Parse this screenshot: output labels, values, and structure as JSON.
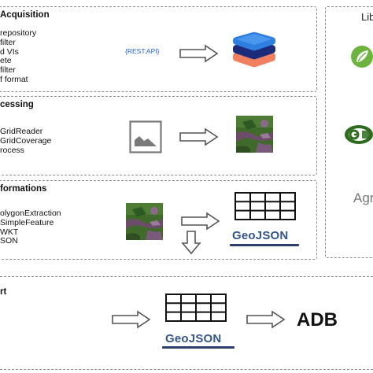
{
  "sections": {
    "acquisition": {
      "title": "Acquisition",
      "items": [
        "repository",
        "filter",
        "d VIs",
        "ete",
        "filter",
        "f format"
      ],
      "rest_label": "{REST:API}"
    },
    "processing": {
      "title": "cessing",
      "items": [
        "GridReader",
        "GridCoverage",
        "rocess"
      ]
    },
    "transformations": {
      "title": "formations",
      "items": [
        "olygonExtraction",
        "SimpleFeature",
        "WKT",
        "SON"
      ],
      "geojson_label": "GeoJSON"
    },
    "export": {
      "title": "rt",
      "geojson_label": "GeoJSON",
      "target_label": "ADB"
    }
  },
  "libraries": {
    "title": "Lib",
    "agr_label": "Agr",
    "icons": [
      "spring-logo-icon",
      "geotools-logo-icon"
    ]
  },
  "colors": {
    "dashed_border": "#8a8a8a",
    "rest_text": "#2a5fd1",
    "geojson_text": "#34558a",
    "layer_top": "#2f7fe0",
    "layer_mid": "#1d2c7a",
    "layer_bottom": "#f08060",
    "spring_green": "#6db33f"
  }
}
